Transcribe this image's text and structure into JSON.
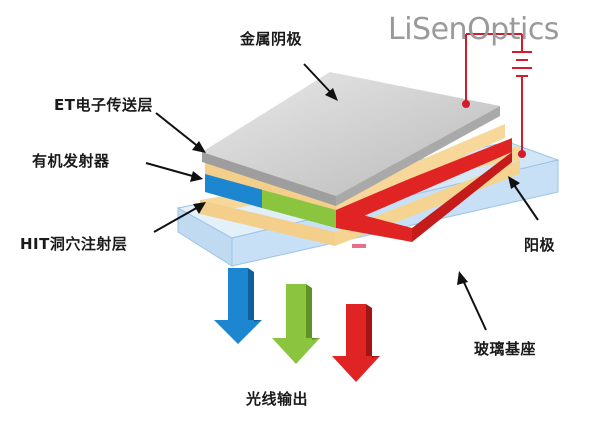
{
  "logo": {
    "text": "LiSenOptics"
  },
  "labels": {
    "cathode": "金属阴极",
    "etl": "ET电子传送层",
    "organic": "有机发射器",
    "htl": "HIT洞穴注射层",
    "anode": "阳极",
    "glass": "玻璃基座",
    "output": "光线输出"
  },
  "colors": {
    "cathode": "#c9c9c9",
    "transport": "#f7d79a",
    "emit_blue": "#1c86d1",
    "emit_green": "#8bc53f",
    "emit_red": "#e02424",
    "glass": "#d4e8f8",
    "wire": "#d21c2c"
  }
}
